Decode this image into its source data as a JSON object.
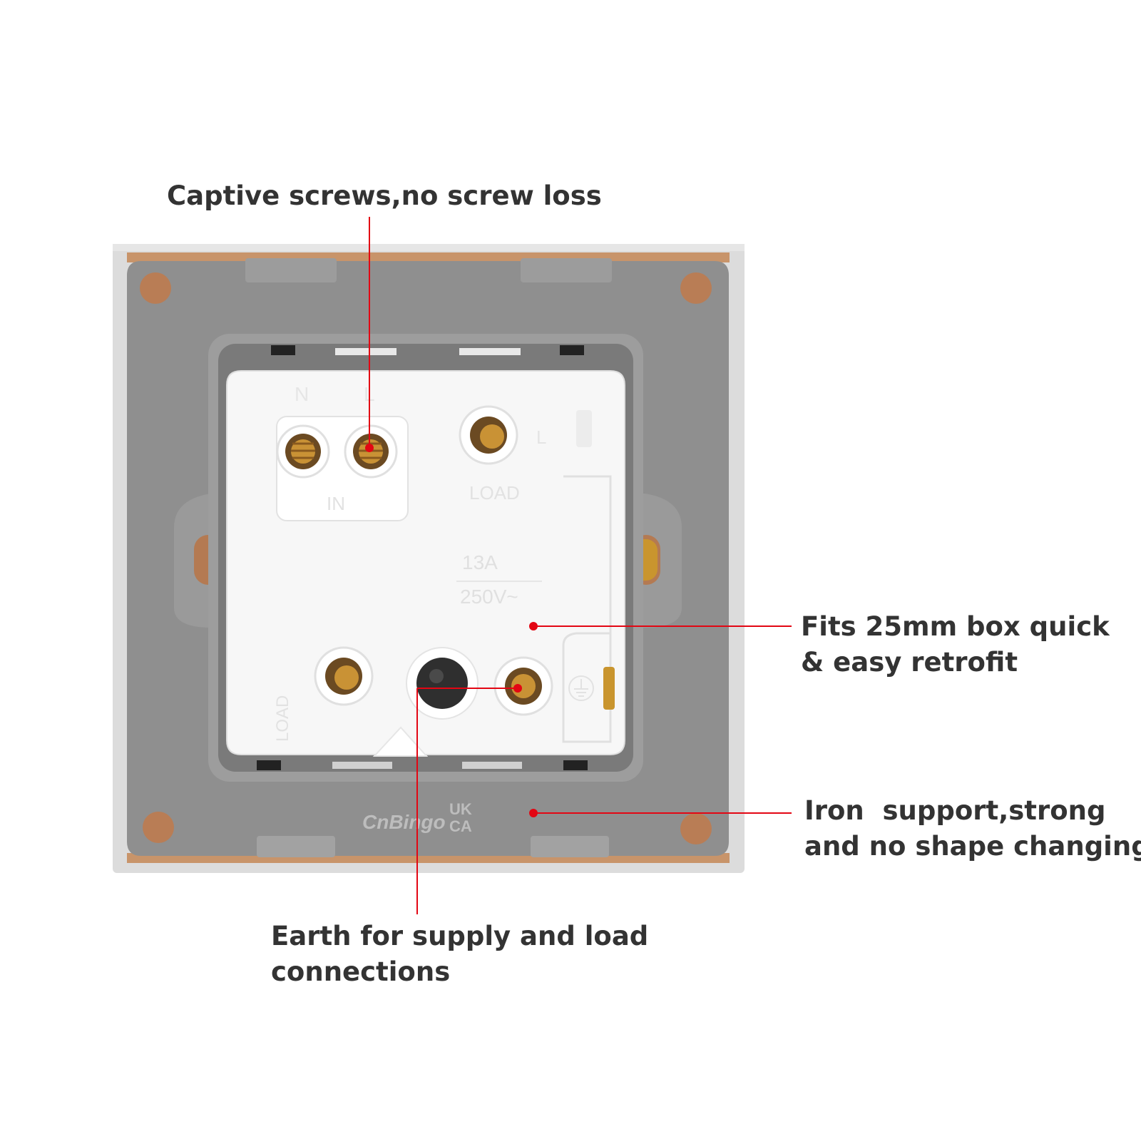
{
  "colors": {
    "accent_red": "#e30613",
    "plate_outer": "#dcdcdc",
    "plate_inner": "#8e8e8e",
    "module_white": "#f7f7f7",
    "copper": "#c48a5c",
    "brass": "#c9952e",
    "text_dark": "#333333"
  },
  "callouts": {
    "top": {
      "lines": [
        "Captive screws,no screw loss"
      ]
    },
    "right1": {
      "lines": [
        "Fits 25mm box quick",
        "& easy retrofit"
      ]
    },
    "right2": {
      "lines": [
        "Iron  support,strong",
        "and no shape changing"
      ]
    },
    "bottom": {
      "lines": [
        "Earth for supply and load",
        "connections"
      ]
    }
  },
  "product": {
    "brand": "CnBingo",
    "cert_mark_line1": "UK",
    "cert_mark_line2": "CA",
    "terminal_in_left": "N",
    "terminal_in_right": "L",
    "terminal_in_label": "IN",
    "terminal_load_top": "LOAD",
    "terminal_load_top_letter": "L",
    "terminal_load_bottom": "LOAD",
    "rating_current": "13A",
    "rating_voltage": "250V~"
  },
  "icons": {
    "callout_dot": "red-dot-icon",
    "earth_symbol": "earth-ground-icon"
  }
}
